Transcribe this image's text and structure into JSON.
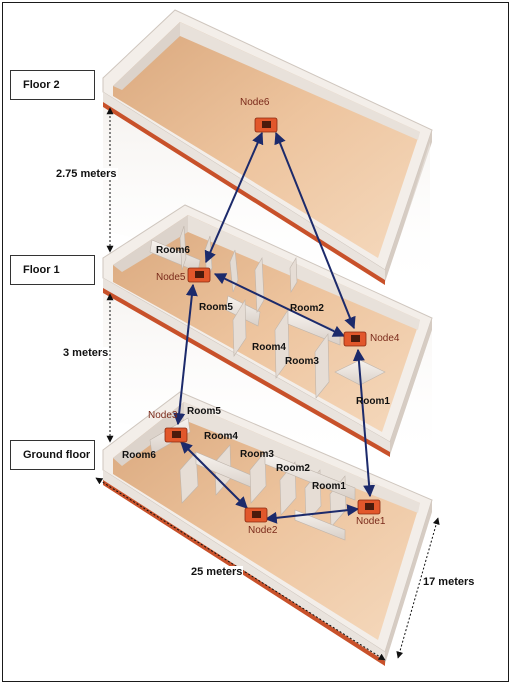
{
  "floors": {
    "floor2": "Floor 2",
    "floor1": "Floor 1",
    "ground": "Ground floor"
  },
  "dimensions": {
    "floor2_height": "2.75 meters",
    "floor1_height": "3  meters",
    "length": "25 meters",
    "width": "17 meters"
  },
  "nodes": {
    "node1": "Node1",
    "node2": "Node2",
    "node3": "Node3",
    "node4": "Node4",
    "node5": "Node5",
    "node6": "Node6"
  },
  "rooms_floor1": {
    "room1": "Room1",
    "room2": "Room2",
    "room3": "Room3",
    "room4": "Room4",
    "room5": "Room5",
    "room6": "Room6"
  },
  "rooms_ground": {
    "room1": "Room1",
    "room2": "Room2",
    "room3": "Room3",
    "room4": "Room4",
    "room5": "Room5",
    "room6": "Room6"
  },
  "colors": {
    "floor_fill": "#e8b98e",
    "wall_top": "#f2ece6",
    "wall_side": "#d8cdc4",
    "slab_edge": "#c8512a",
    "link": "#1c2a6b",
    "node": "#e2572b"
  }
}
